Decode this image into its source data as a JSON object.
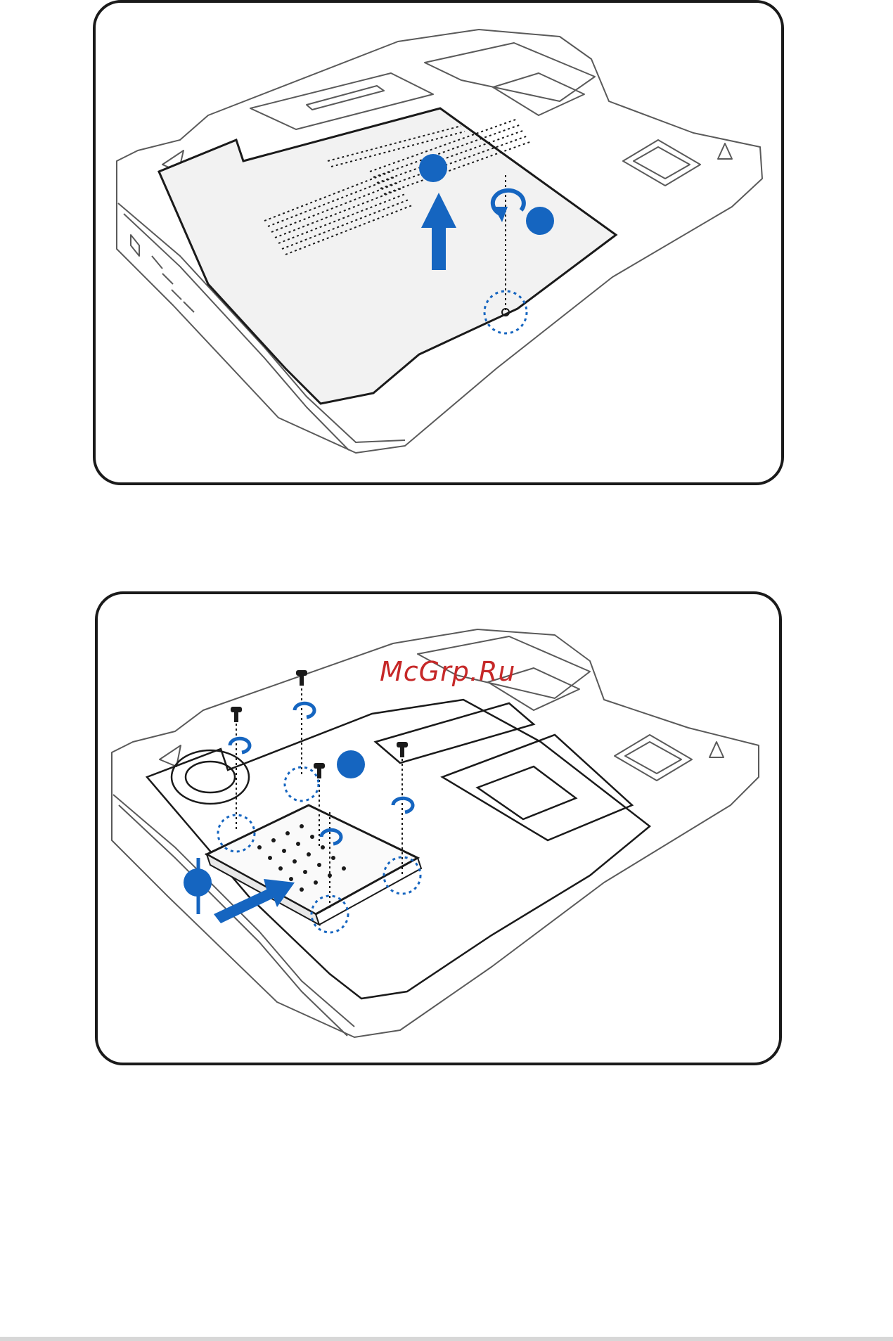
{
  "watermark": {
    "text": "McGrp.Ru",
    "color": "#c62828"
  },
  "colors": {
    "accent": "#1565c0",
    "outline": "#5a5a5a",
    "frame": "#1a1a1a"
  },
  "steps_top": [
    "step-1-marker",
    "step-2-marker"
  ],
  "steps_bottom": [
    "step-1-marker",
    "step-2-marker"
  ],
  "icons": [
    "lift-arrow-icon",
    "rotate-arrow-icon",
    "screw-icon",
    "slide-arrow-icon",
    "dotted-circle-icon"
  ]
}
